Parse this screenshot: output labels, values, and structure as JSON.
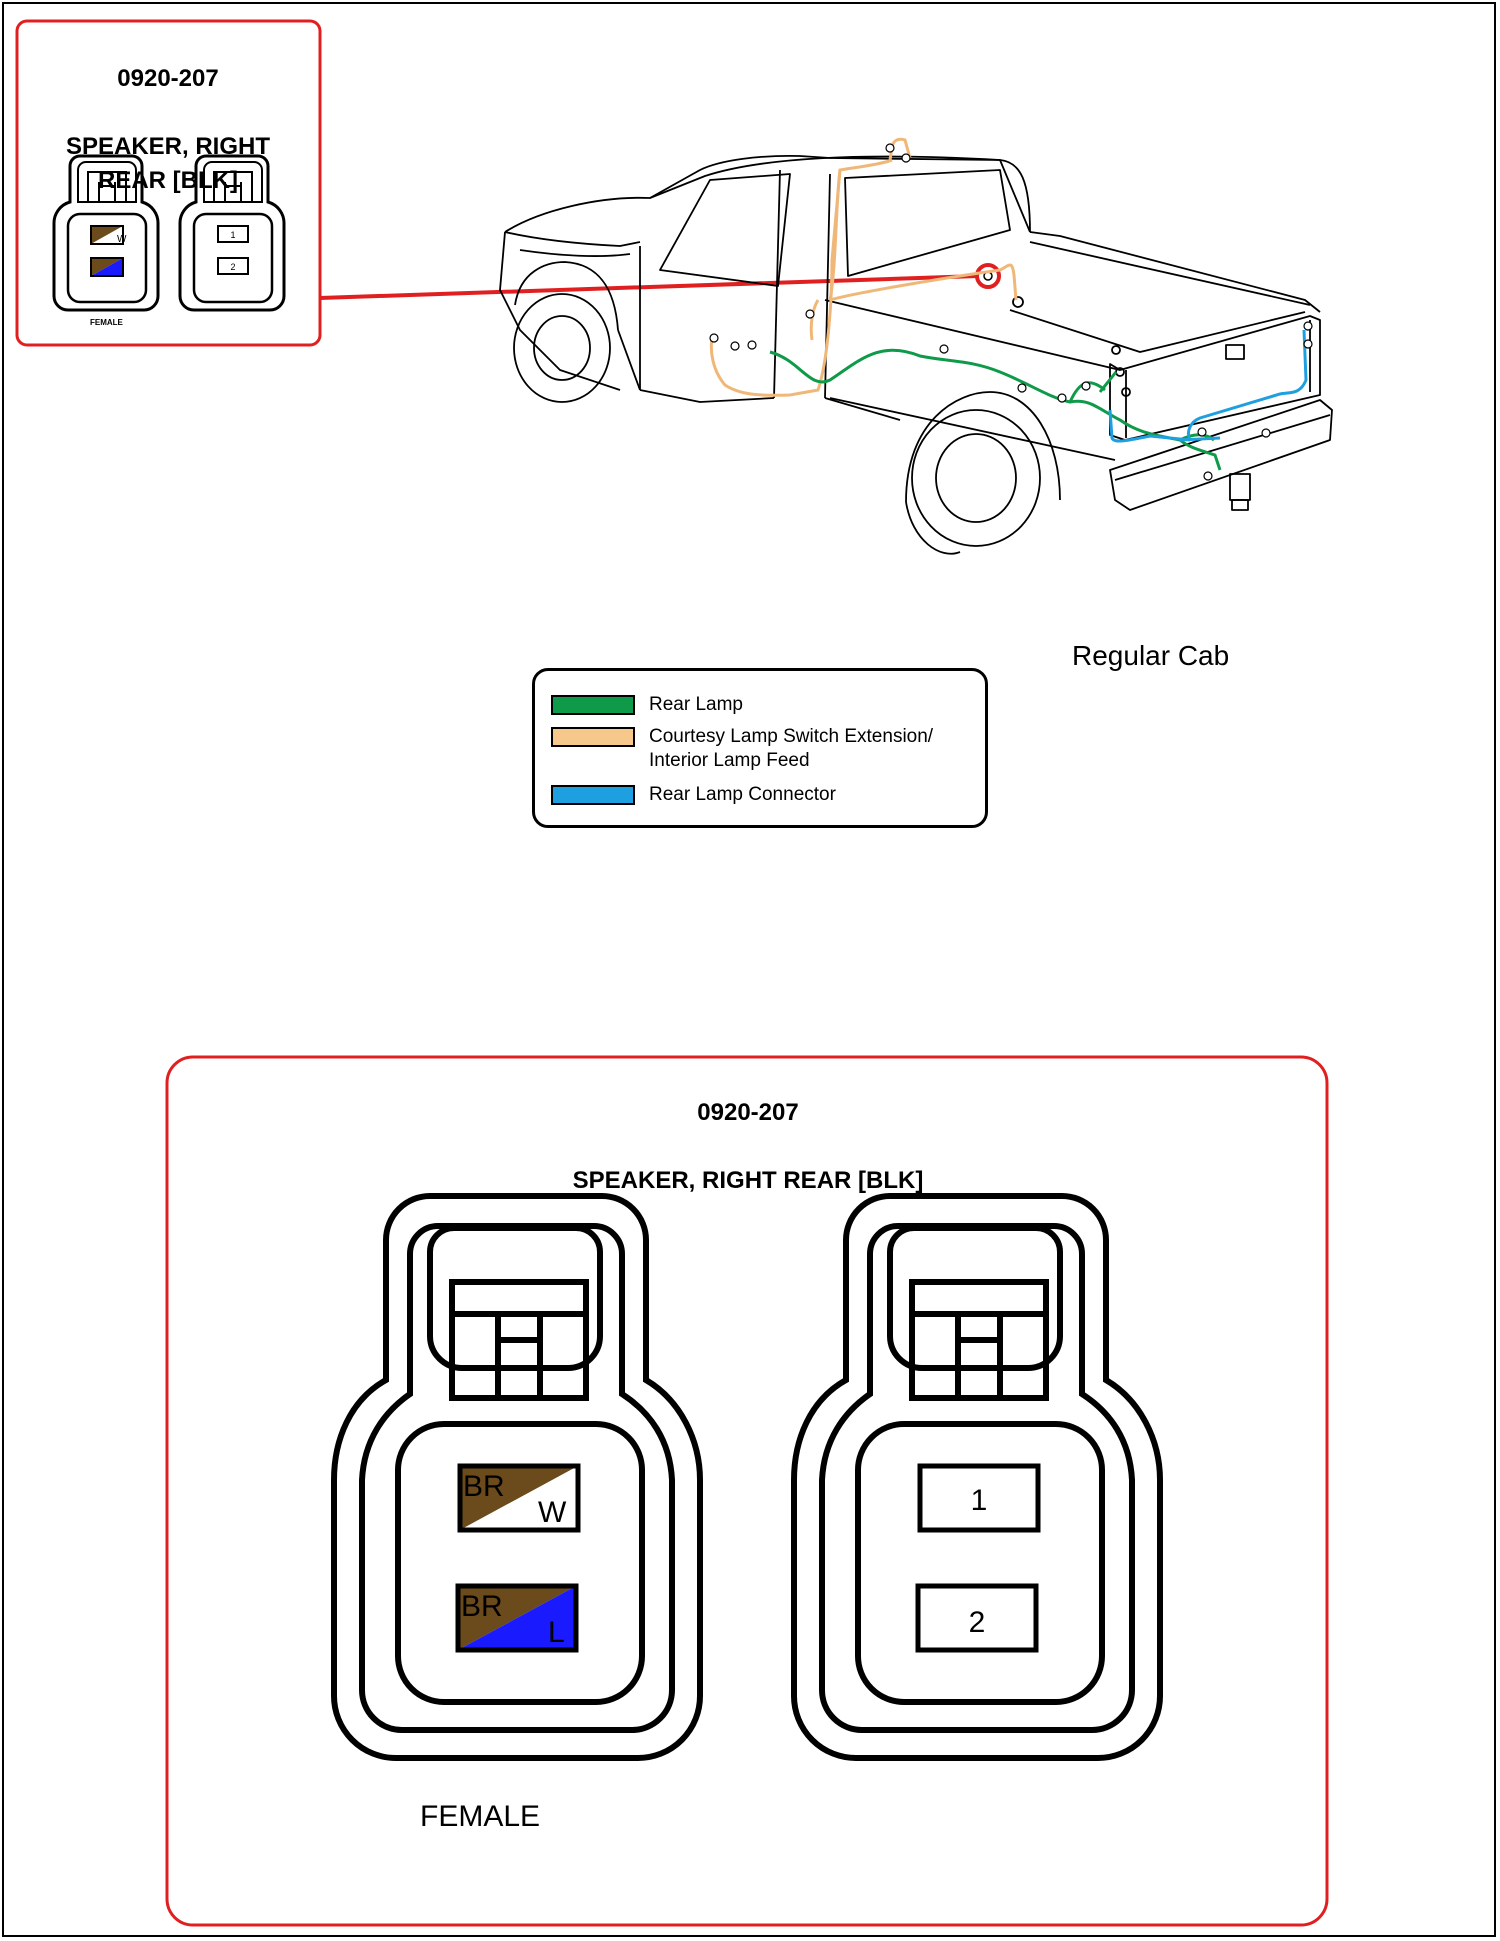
{
  "connector": {
    "part_number": "0920-207",
    "name_wrapped": "SPEAKER, RIGHT\nREAR [BLK]",
    "name": "SPEAKER, RIGHT REAR [BLK]",
    "gender": "FEMALE",
    "pins": [
      {
        "number": "1",
        "wire_primary": "BR",
        "wire_stripe": "W",
        "primary_color": "#6b4a1c",
        "stripe_color": "#ffffff"
      },
      {
        "number": "2",
        "wire_primary": "BR",
        "wire_stripe": "L",
        "primary_color": "#6b4a1c",
        "stripe_color": "#1a1aff"
      }
    ]
  },
  "legend": {
    "items": [
      {
        "label": "Rear Lamp",
        "color": "#0f9a4a"
      },
      {
        "label": "Courtesy Lamp Switch Extension/\nInterior Lamp Feed",
        "color": "#f7c88c"
      },
      {
        "label": "Rear Lamp  Connector",
        "color": "#1ea0e0"
      }
    ]
  },
  "vehicle_caption": "Regular Cab",
  "accent_color": "#e02020"
}
